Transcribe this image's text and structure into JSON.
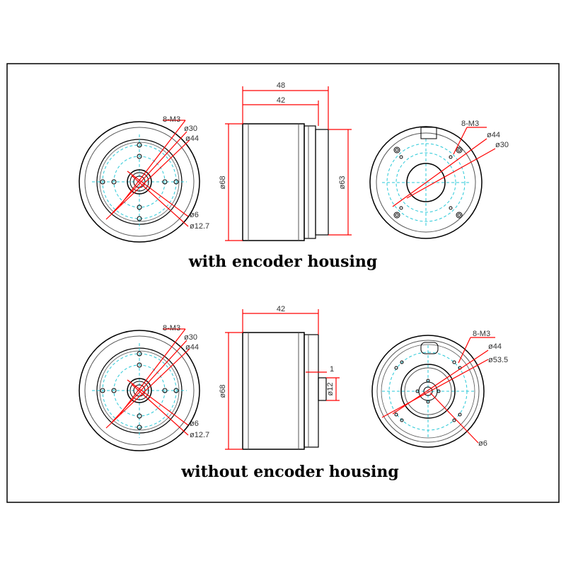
{
  "captions": {
    "top": "with encoder housing",
    "bottom": "without encoder housing"
  },
  "labels": {
    "top_left": {
      "m3": "8-M3",
      "d30": "ø30",
      "d44": "ø44",
      "d6": "ø6",
      "d127": "ø12.7"
    },
    "top_side": {
      "w48": "48",
      "w42": "42",
      "h68": "ø68",
      "h63": "ø63"
    },
    "top_right": {
      "m3": "8-M3",
      "d44": "ø44",
      "d30": "ø30"
    },
    "bottom_left": {
      "m3": "8-M3",
      "d30": "ø30",
      "d44": "ø44",
      "d6": "ø6",
      "d127": "ø12.7"
    },
    "bottom_side": {
      "w42": "42",
      "h68": "ø68",
      "s1": "1",
      "h12": "ø12"
    },
    "bottom_right": {
      "m3": "8-M3",
      "d44": "ø44",
      "d535": "ø53.5",
      "d6": "ø6"
    }
  },
  "colors": {
    "dimension": "#ff0000",
    "centerline": "#29c9d8",
    "outline": "#000000"
  }
}
